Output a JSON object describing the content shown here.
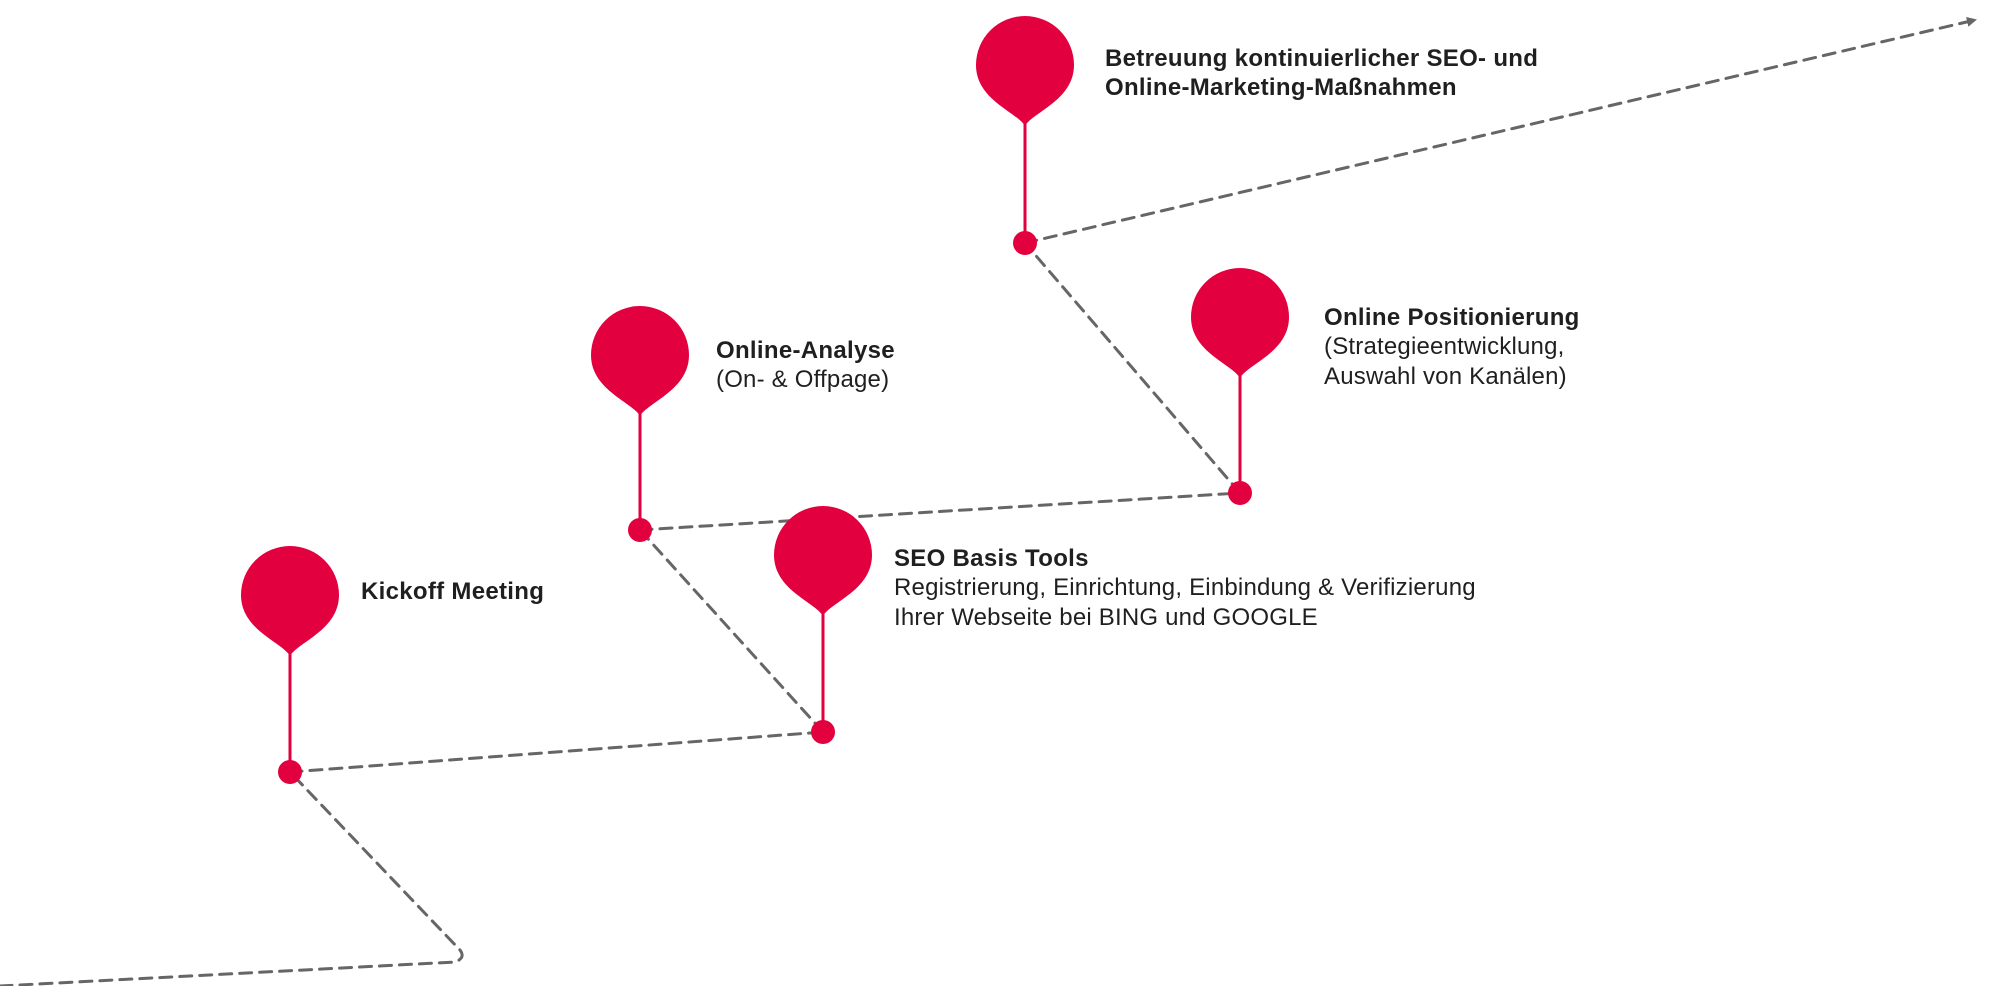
{
  "colors": {
    "accent": "#e3003f",
    "path": "#666666",
    "text": "#1f1f1f",
    "background": "#ffffff"
  },
  "milestones": [
    {
      "id": "kickoff",
      "title": "Kickoff Meeting",
      "desc": []
    },
    {
      "id": "analyse",
      "title": "Online-Analyse",
      "desc": [
        "(On- & Offpage)"
      ]
    },
    {
      "id": "seo",
      "title": "SEO Basis Tools",
      "desc": [
        "Registrierung, Einrichtung, Einbindung & Verifizierung",
        "Ihrer Webseite bei BING und GOOGLE"
      ]
    },
    {
      "id": "positionierung",
      "title": "Online Positionierung",
      "desc": [
        "(Strategieentwicklung,",
        "Auswahl von Kanälen)"
      ]
    },
    {
      "id": "betreuung",
      "title": "Betreuung kontinuierlicher SEO- und",
      "title2": "Online-Marketing-Maßnahmen",
      "desc": []
    }
  ]
}
